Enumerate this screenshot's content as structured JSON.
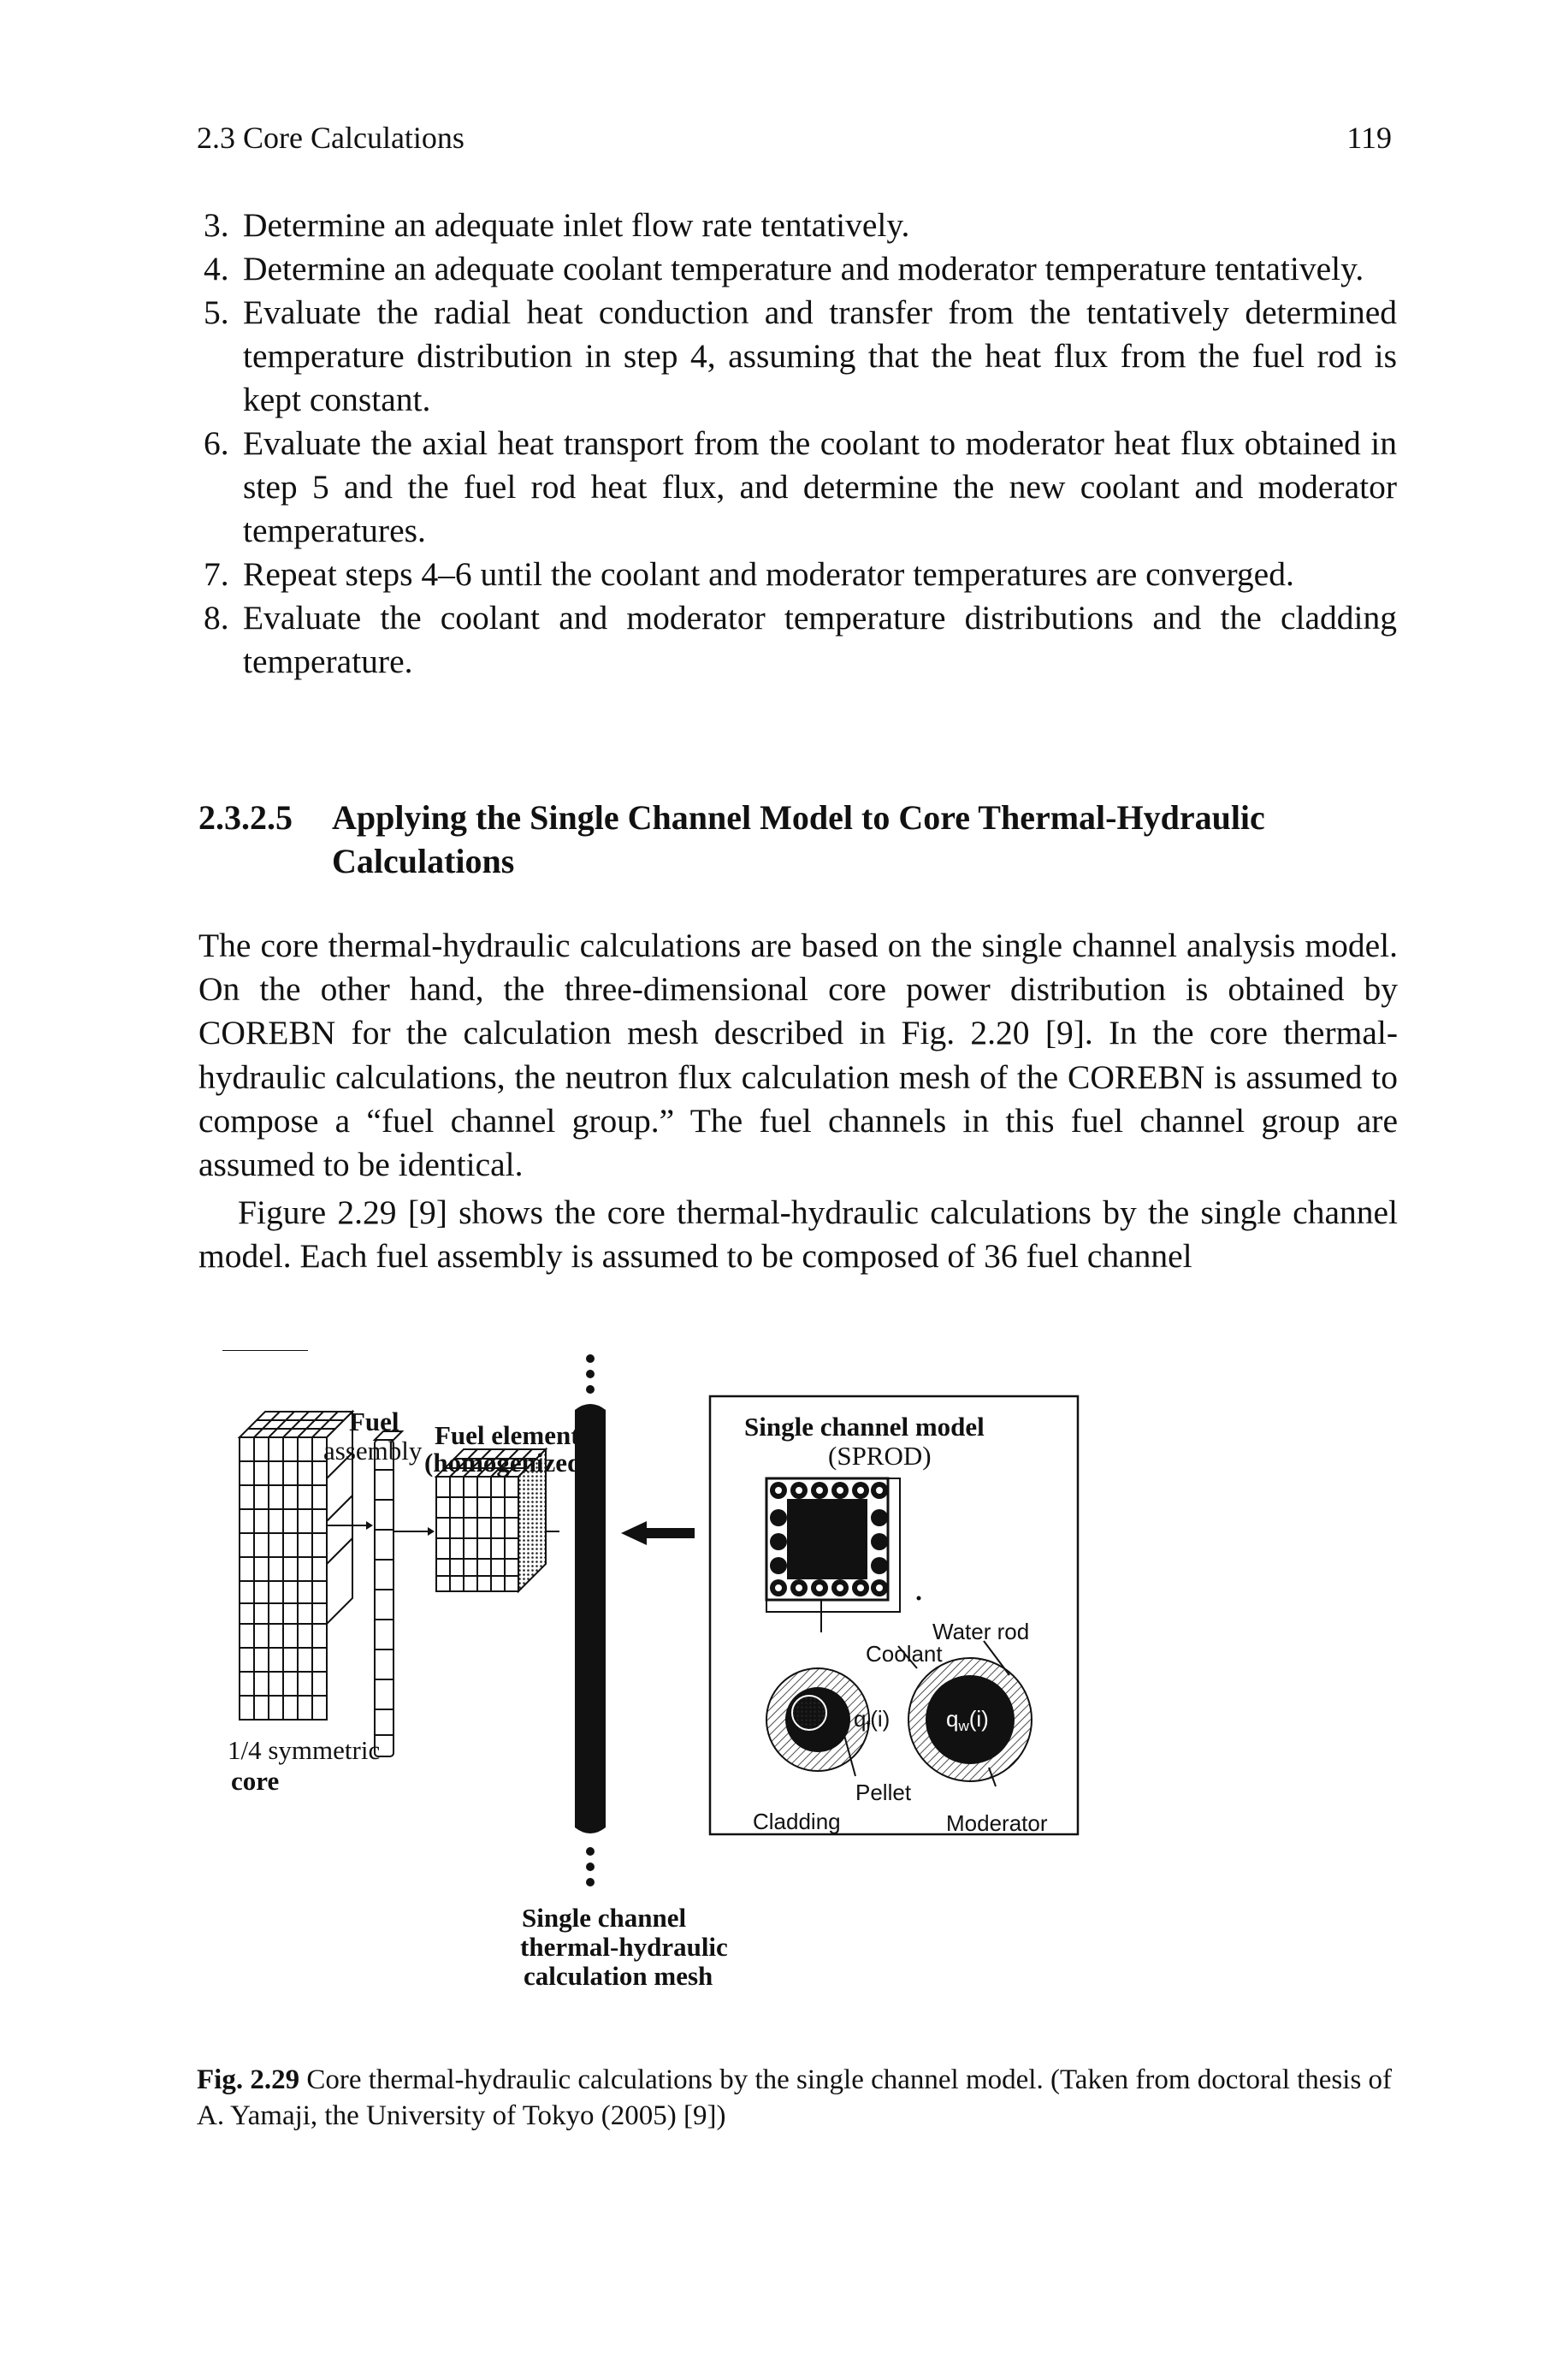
{
  "header": {
    "section": "2.3 Core Calculations",
    "page_number": "119"
  },
  "steps": [
    {
      "num": "3.",
      "text": "Determine an adequate inlet flow rate tentatively."
    },
    {
      "num": "4.",
      "text": "Determine an adequate coolant temperature and moderator temperature tentatively."
    },
    {
      "num": "5.",
      "text": "Evaluate the radial heat conduction and transfer from the tentatively determined temperature distribution in step 4, assuming that the heat flux from the fuel rod is kept constant."
    },
    {
      "num": "6.",
      "text": "Evaluate the axial heat transport from the coolant to moderator heat flux obtained in step 5 and the fuel rod heat flux, and determine the new coolant and moderator temperatures."
    },
    {
      "num": "7.",
      "text": "Repeat steps 4–6 until the coolant and moderator temperatures are converged."
    },
    {
      "num": "8.",
      "text": "Evaluate the coolant and moderator temperature distributions and the cladding temperature."
    }
  ],
  "section": {
    "number": "2.3.2.5",
    "title": "Applying the Single Channel Model to Core Thermal-Hydraulic Calculations"
  },
  "paragraphs": [
    "The core thermal-hydraulic calculations are based on the single channel analysis model. On the other hand, the three-dimensional core power distribution is obtained by COREBN for the calculation mesh described in Fig. 2.20 [9]. In the core thermal-hydraulic calculations, the neutron flux calculation mesh of the COREBN is assumed to compose a “fuel channel group.” The fuel channels in this fuel channel group are assumed to be identical.",
    "Figure 2.29 [9] shows the core thermal-hydraulic calculations by the single channel model. Each fuel assembly is assumed to be composed of 36 fuel channel"
  ],
  "figure": {
    "fuel_assembly": [
      "Fuel",
      "assembly"
    ],
    "fuel_element": [
      "Fuel element",
      "(homogenized)"
    ],
    "quarter_core": [
      "1/4 symmetric",
      "core"
    ],
    "mesh_label": [
      "Single channel",
      "thermal-hydraulic",
      "calculation mesh"
    ],
    "model_title": [
      "Single channel model",
      "(SPROD)"
    ],
    "water_rod": "Water rod",
    "coolant": "Coolant",
    "pellet": "Pellet",
    "cladding": "Cladding",
    "moderator": "Moderator",
    "qf": "q",
    "qf_sub": "f",
    "qf_arg": "(i)",
    "qw": "q",
    "qw_sub": "w",
    "qw_arg": "(i)"
  },
  "caption": {
    "label": "Fig. 2.29",
    "text": " Core thermal-hydraulic calculations by the single channel model. (Taken from doctoral thesis of A. Yamaji, the University of Tokyo (2005) [9])"
  }
}
